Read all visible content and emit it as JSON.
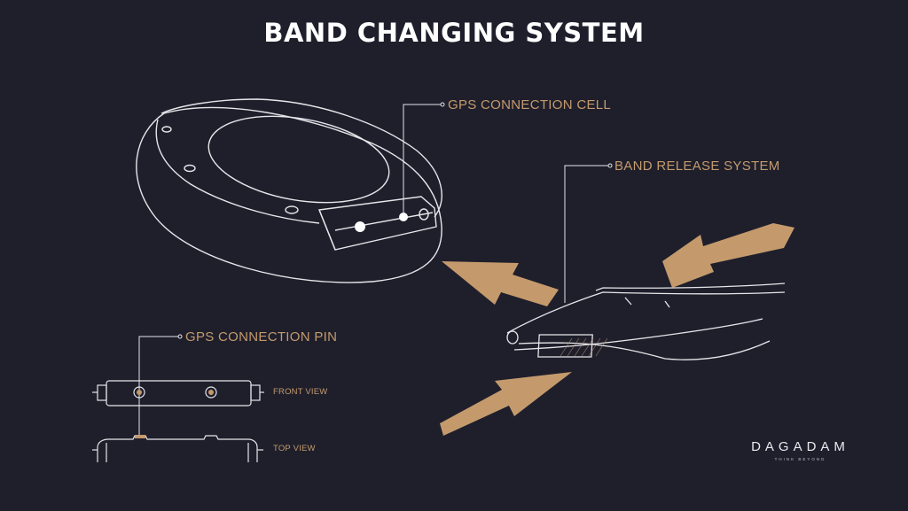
{
  "title": "BAND CHANGING SYSTEM",
  "callouts": {
    "gps_cell": "GPS CONNECTION CELL",
    "band_release": "BAND RELEASE SYSTEM",
    "gps_pin": "GPS CONNECTION PIN",
    "front_view": "FRONT VIEW",
    "top_view": "TOP VIEW"
  },
  "brand": {
    "name": "DAGADAM",
    "tagline": "THINK BEYOND"
  },
  "colors": {
    "background": "#1f1f2c",
    "line": "#e6e6ea",
    "accent": "#c49a6c"
  }
}
